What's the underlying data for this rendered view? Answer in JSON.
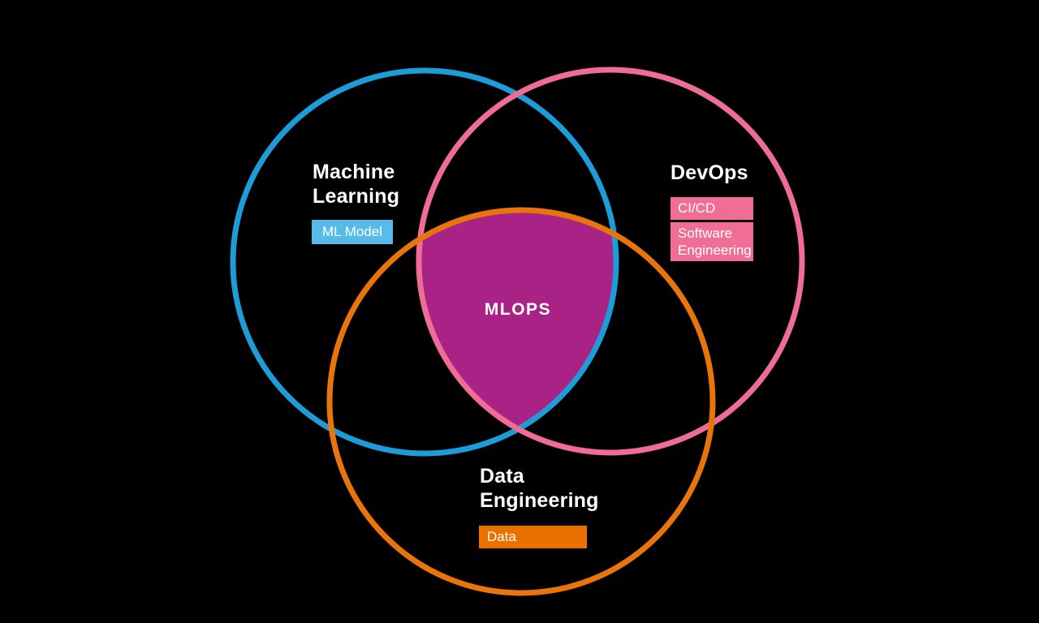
{
  "diagram": {
    "type": "venn",
    "center": {
      "label": "MLOPS"
    },
    "ml": {
      "title_line1": "Machine",
      "title_line2": "Learning",
      "badge": "ML Model"
    },
    "devops": {
      "title": "DevOps",
      "badge_cicd": "CI/CD",
      "badge_se_line1": "Software",
      "badge_se_line2": "Engineering"
    },
    "data_eng": {
      "title_line1": "Data",
      "title_line2": "Engineering",
      "badge": "Data"
    }
  },
  "colors": {
    "background": "#000000",
    "ml_circle_stroke": "#1E9CD8",
    "devops_circle_stroke": "#EF6D94",
    "data_circle_stroke": "#E9740C",
    "intersection_fill": "#A92387",
    "ml_badge_bg": "#55BCEA",
    "devops_badge_bg": "#F06E96",
    "data_badge_bg": "#E87100",
    "text": "#FFFFFF"
  }
}
